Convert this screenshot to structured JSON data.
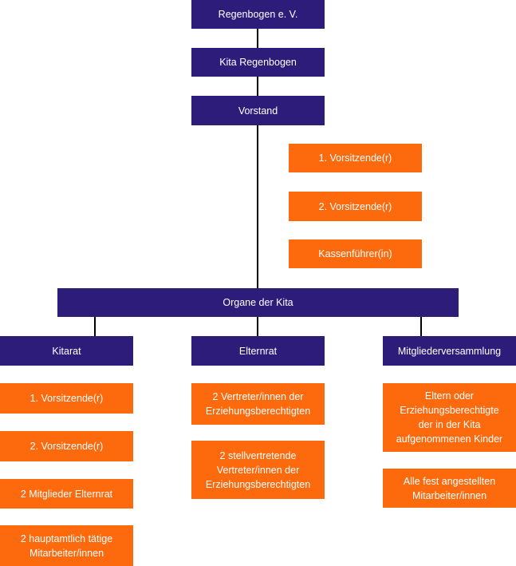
{
  "top": {
    "verein": "Regenbogen e. V.",
    "kita": "Kita Regenbogen",
    "vorstand": "Vorstand"
  },
  "vorstand_members": [
    "1. Vorsitzende(r)",
    "2. Vorsitzende(r)",
    "Kassenführer(in)"
  ],
  "organe": "Organe der Kita",
  "branches": {
    "kitarat": {
      "title": "Kitarat",
      "members": [
        "1. Vorsitzende(r)",
        "2. Vorsitzende(r)",
        "2 Mitglieder Elternrat",
        "2 hauptamtlich tätige\nMitarbeiter/innen"
      ]
    },
    "elternrat": {
      "title": "Elternrat",
      "members": [
        "2 Vertreter/innen der\nErziehungsberechtigten",
        "2 stellvertretende\nVertreter/innen der\nErziehungsberechtigten"
      ]
    },
    "mitglieder": {
      "title": "Mitgliederversammlung",
      "members": [
        "Eltern oder\nErziehungsberechtigte\nder in der Kita\naufgenommenen Kinder",
        "Alle fest angestellten\nMitarbeiter/innen"
      ]
    }
  },
  "colors": {
    "navy": "#2e1c7a",
    "orange": "#fd6a0d",
    "connector": "#000000"
  }
}
